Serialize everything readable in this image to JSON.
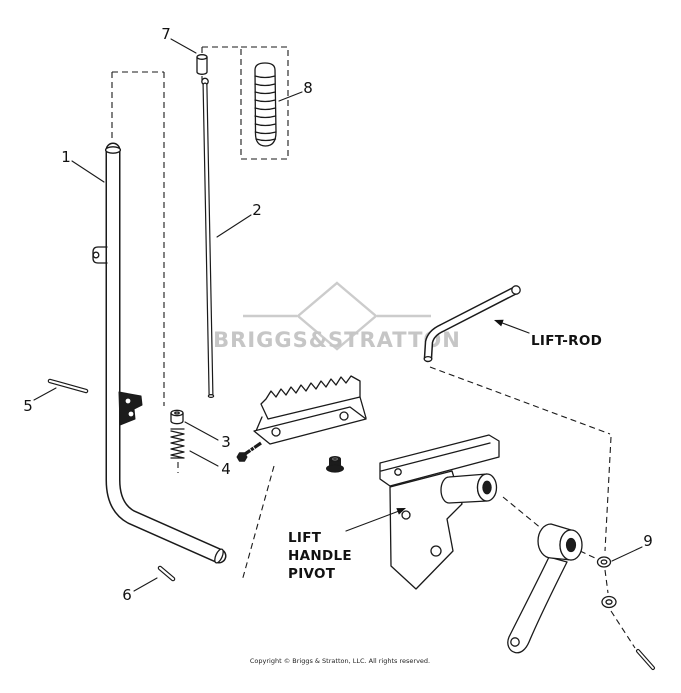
{
  "diagram": {
    "type": "exploded-parts-diagram",
    "ink_color": "#1a1a1a",
    "watermark": {
      "text": "BRIGGS&STRATTON",
      "color": "#c6c6c6"
    },
    "footer": {
      "copyright": "Copyright © Briggs & Stratton, LLC. All rights reserved."
    },
    "callouts": [
      {
        "num": "1"
      },
      {
        "num": "2"
      },
      {
        "num": "3"
      },
      {
        "num": "4"
      },
      {
        "num": "5"
      },
      {
        "num": "6"
      },
      {
        "num": "7"
      },
      {
        "num": "8"
      },
      {
        "num": "9"
      }
    ],
    "labels": {
      "lift_rod": "LIFT-ROD",
      "pivot_line1": "LIFT",
      "pivot_line2": "HANDLE",
      "pivot_line3": "PIVOT"
    }
  }
}
